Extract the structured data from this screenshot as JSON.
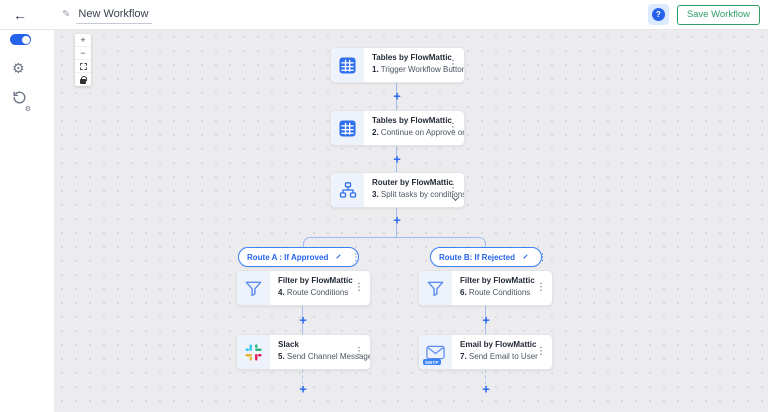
{
  "topbar": {
    "back_glyph": "←",
    "edit_glyph": "✎",
    "title": "New Workflow",
    "help_label": "?",
    "save_label": "Save Workflow"
  },
  "canvas_controls": {
    "zoom_in": "+",
    "zoom_out": "−"
  },
  "sidebar_glyphs": {
    "gear": "⚙",
    "mini_gear": "⚙"
  },
  "glyphs": {
    "plus": "+",
    "kebab": "⋮"
  },
  "nodes": [
    {
      "app": "Tables by FlowMattic",
      "step": "1.",
      "action": "Trigger Workflow Button...",
      "icon": "tables"
    },
    {
      "app": "Tables by FlowMattic",
      "step": "2.",
      "action": "Continue on Approve or...",
      "icon": "tables"
    },
    {
      "app": "Router by FlowMattic",
      "step": "3.",
      "action": "Split tasks by conditions",
      "icon": "router"
    },
    {
      "app": "Filter by FlowMattic",
      "step": "4.",
      "action": "Route Conditions",
      "icon": "filter"
    },
    {
      "app": "Slack",
      "step": "5.",
      "action": "Send Channel Message",
      "icon": "slack"
    },
    {
      "app": "Filter by FlowMattic",
      "step": "6.",
      "action": "Route Conditions",
      "icon": "filter"
    },
    {
      "app": "Email by FlowMattic",
      "step": "7.",
      "action": "Send Email to User",
      "icon": "email",
      "badge": "SMTP"
    }
  ],
  "routes": [
    {
      "label": "Route A : If Approved"
    },
    {
      "label": "Route B: If Rejected"
    }
  ],
  "colors": {
    "accent_blue": "#2f6fed",
    "plus_blue": "#2563eb",
    "connector": "#9fbcf2",
    "save_green": "#2f9e68",
    "slack": [
      "#36C5F0",
      "#2EB67D",
      "#E01E5A",
      "#ECB22E"
    ]
  }
}
